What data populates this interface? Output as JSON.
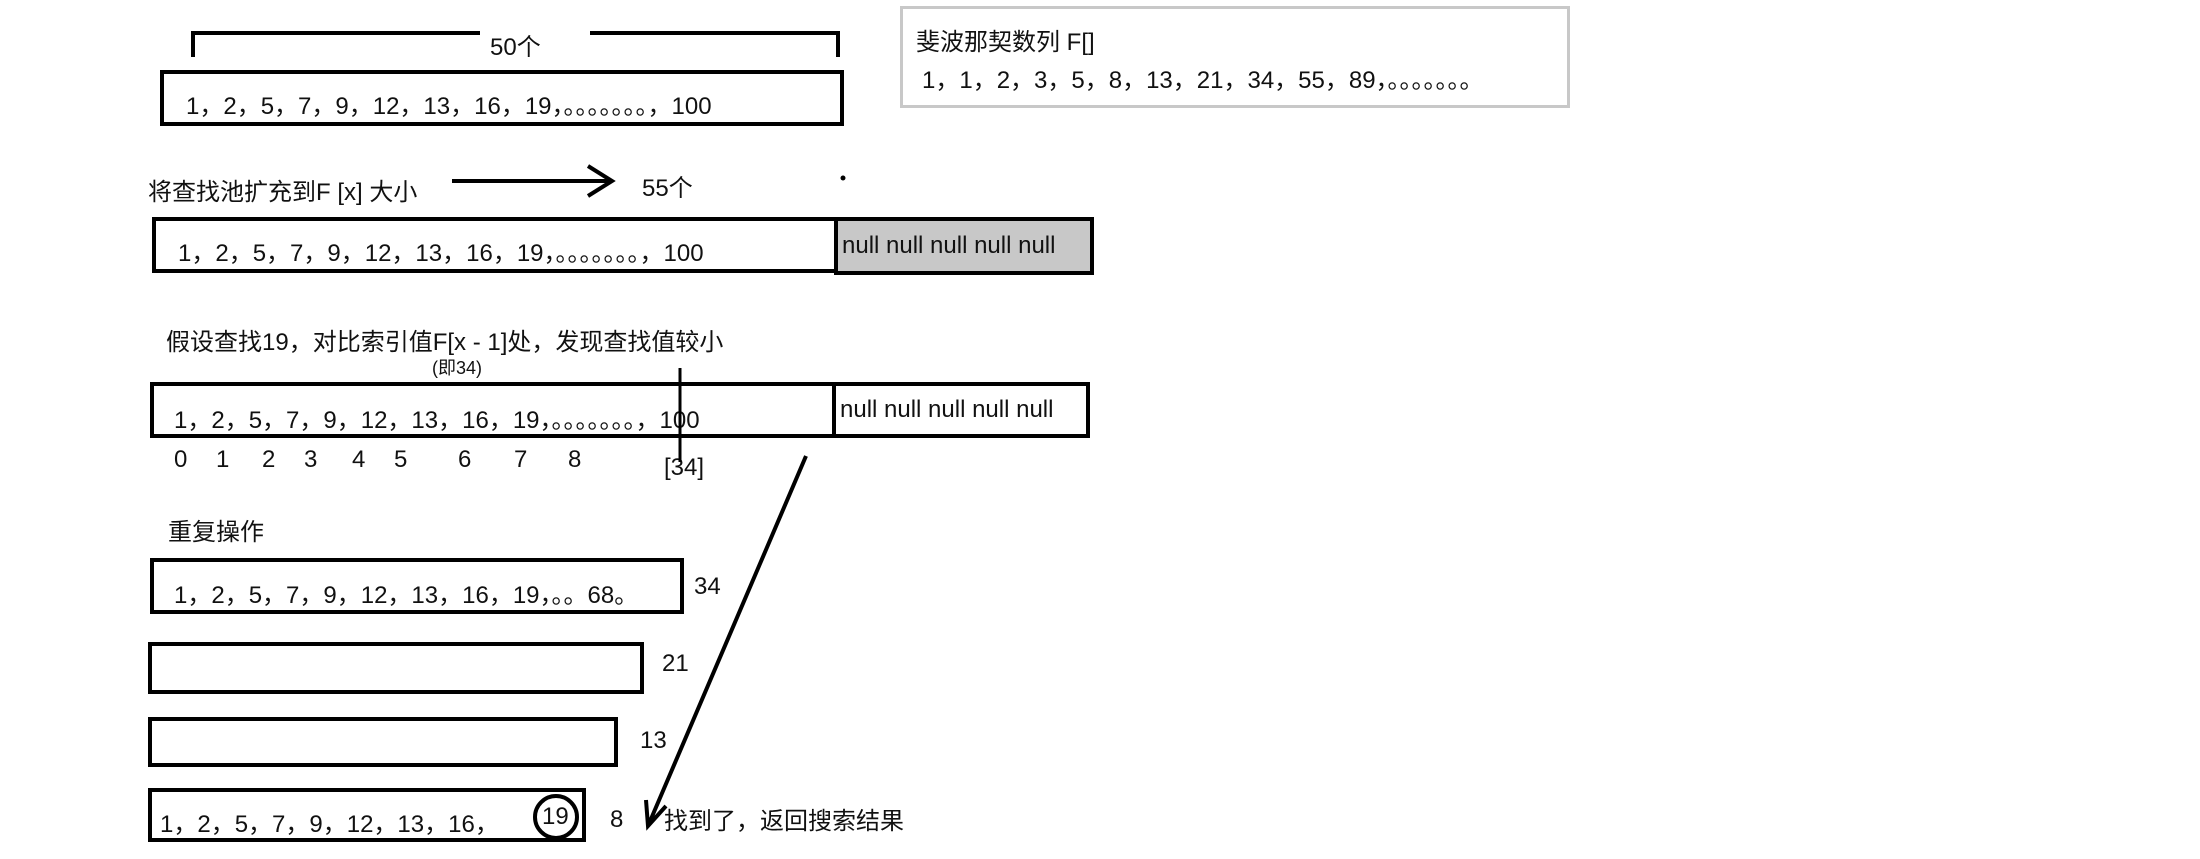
{
  "top_bracket_label": "50个",
  "fib_panel": {
    "title": "斐波那契数列 F[]",
    "sequence": "1，1，2，3，5，8，13，21，34，55，89，。。。。。。。"
  },
  "array_text": "1，2，5，7，9，12，13，16，19，。。。。。。。，100",
  "expand_label": "将查找池扩充到F [x]   大小",
  "expand_target": "55个",
  "null_cells": "null null null null  null",
  "step_label": "假设查找19，对比索引值F[x - 1]处，发现查找值较小",
  "step_note": "(即34)",
  "indices": [
    "0",
    "1",
    "2",
    "3",
    "4",
    "5",
    "6",
    "7",
    "8"
  ],
  "pivot_label": "[34]",
  "repeat_label": "重复操作",
  "row34_text": "1，2，5，7，9，12，13，16，19，。。68。",
  "size_34": "34",
  "size_21": "21",
  "size_13": "13",
  "final_text": "1，2，5，7，9，12，13，16，",
  "found_value": "19",
  "size_8": "8",
  "found_label": "找到了，返回搜索结果"
}
